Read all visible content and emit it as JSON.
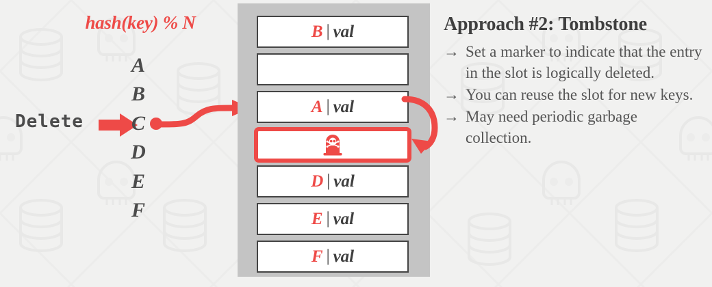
{
  "slide": {
    "background_color": "#f1f1f0",
    "accent_color": "#ee4a47",
    "text_color": "#4b4b4b",
    "frame_color": "#c4c4c4"
  },
  "left": {
    "hash_formula": "hash(key) % N",
    "operation_label": "Delete",
    "arrow_icon": "right-arrow-icon",
    "keys": [
      "A",
      "B",
      "C",
      "D",
      "E",
      "F"
    ],
    "probed_key": "C",
    "probe_dot_icon": "probe-dot-icon",
    "probe_curve_icon": "curved-arrow-icon"
  },
  "table": {
    "slots": [
      {
        "key": "B",
        "separator": "|",
        "value": "val",
        "state": "occupied"
      },
      {
        "key": "",
        "separator": "",
        "value": "",
        "state": "empty"
      },
      {
        "key": "A",
        "separator": "|",
        "value": "val",
        "state": "occupied"
      },
      {
        "key": "",
        "separator": "",
        "value": "",
        "state": "tombstone",
        "icon": "tombstone-skull-icon"
      },
      {
        "key": "D",
        "separator": "|",
        "value": "val",
        "state": "occupied"
      },
      {
        "key": "E",
        "separator": "|",
        "value": "val",
        "state": "occupied"
      },
      {
        "key": "F",
        "separator": "|",
        "value": "val",
        "state": "occupied"
      }
    ],
    "reuse_curve_icon": "curved-down-arrow-icon"
  },
  "right": {
    "title": "Approach #2: Tombstone",
    "bullets": [
      {
        "marker": "→",
        "text": "Set a marker to indicate that the entry in the slot is logically deleted."
      },
      {
        "marker": "→",
        "text": "You can reuse the slot for new keys."
      },
      {
        "marker": "→",
        "text": "May need periodic garbage collection."
      }
    ]
  }
}
